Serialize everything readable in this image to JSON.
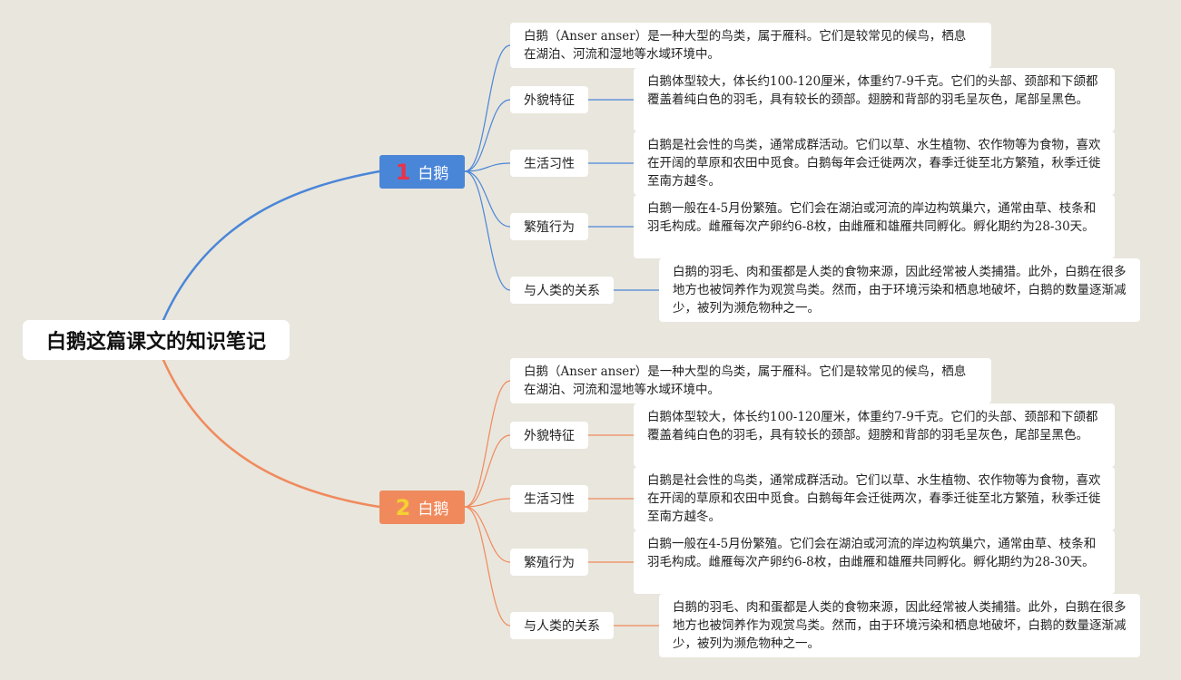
{
  "root": {
    "title": "白鹅这篇课文的知识笔记"
  },
  "colors": {
    "blue": "#4a86d8",
    "orange": "#f08a5d",
    "num1": "#e8334a",
    "num2": "#f5d033"
  },
  "branches": [
    {
      "number": "1",
      "label": "白鹅",
      "intro": "白鹅（Anser anser）是一种大型的鸟类，属于雁科。它们是较常见的候鸟，栖息在湖泊、河流和湿地等水域环境中。",
      "topics": [
        {
          "label": "外貌特征",
          "detail": "白鹅体型较大，体长约100-120厘米，体重约7-9千克。它们的头部、颈部和下颌都覆盖着纯白色的羽毛，具有较长的颈部。翅膀和背部的羽毛呈灰色，尾部呈黑色。"
        },
        {
          "label": "生活习性",
          "detail": "白鹅是社会性的鸟类，通常成群活动。它们以草、水生植物、农作物等为食物，喜欢在开阔的草原和农田中觅食。白鹅每年会迁徙两次，春季迁徙至北方繁殖，秋季迁徙至南方越冬。"
        },
        {
          "label": "繁殖行为",
          "detail": "白鹅一般在4-5月份繁殖。它们会在湖泊或河流的岸边构筑巢穴，通常由草、枝条和羽毛构成。雌雁每次产卵约6-8枚，由雌雁和雄雁共同孵化。孵化期约为28-30天。"
        },
        {
          "label": "与人类的关系",
          "detail": "白鹅的羽毛、肉和蛋都是人类的食物来源，因此经常被人类捕猎。此外，白鹅在很多地方也被饲养作为观赏鸟类。然而，由于环境污染和栖息地破坏，白鹅的数量逐渐减少，被列为濒危物种之一。"
        }
      ]
    },
    {
      "number": "2",
      "label": "白鹅",
      "intro": "白鹅（Anser anser）是一种大型的鸟类，属于雁科。它们是较常见的候鸟，栖息在湖泊、河流和湿地等水域环境中。",
      "topics": [
        {
          "label": "外貌特征",
          "detail": "白鹅体型较大，体长约100-120厘米，体重约7-9千克。它们的头部、颈部和下颌都覆盖着纯白色的羽毛，具有较长的颈部。翅膀和背部的羽毛呈灰色，尾部呈黑色。"
        },
        {
          "label": "生活习性",
          "detail": "白鹅是社会性的鸟类，通常成群活动。它们以草、水生植物、农作物等为食物，喜欢在开阔的草原和农田中觅食。白鹅每年会迁徙两次，春季迁徙至北方繁殖，秋季迁徙至南方越冬。"
        },
        {
          "label": "繁殖行为",
          "detail": "白鹅一般在4-5月份繁殖。它们会在湖泊或河流的岸边构筑巢穴，通常由草、枝条和羽毛构成。雌雁每次产卵约6-8枚，由雌雁和雄雁共同孵化。孵化期约为28-30天。"
        },
        {
          "label": "与人类的关系",
          "detail": "白鹅的羽毛、肉和蛋都是人类的食物来源，因此经常被人类捕猎。此外，白鹅在很多地方也被饲养作为观赏鸟类。然而，由于环境污染和栖息地破坏，白鹅的数量逐渐减少，被列为濒危物种之一。"
        }
      ]
    }
  ]
}
